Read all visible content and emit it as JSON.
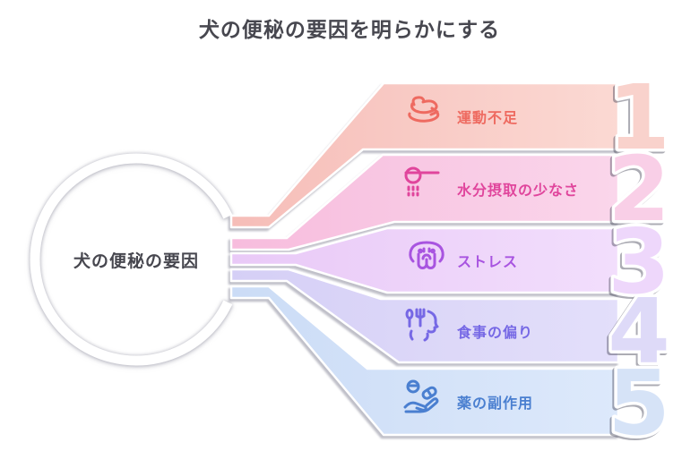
{
  "title": "犬の便秘の要因を明らかにする",
  "center": {
    "label": "犬の便秘の要因"
  },
  "items": [
    {
      "number": "1",
      "label": "運動不足",
      "icon": "running-dog-icon",
      "accent": "#ee6a60",
      "fill": "#f9d2cc"
    },
    {
      "number": "2",
      "label": "水分摂取の少なさ",
      "icon": "water-bowl-icon",
      "accent": "#e0459c",
      "fill": "#f9cfe7"
    },
    {
      "number": "3",
      "label": "ストレス",
      "icon": "sad-dog-face-icon",
      "accent": "#a854e0",
      "fill": "#eed7fb"
    },
    {
      "number": "4",
      "label": "食事の偏り",
      "icon": "utensils-head-icon",
      "accent": "#7668e5",
      "fill": "#dedaf8"
    },
    {
      "number": "5",
      "label": "薬の副作用",
      "icon": "hand-pills-icon",
      "accent": "#4a7fd0",
      "fill": "#d6e3f7"
    }
  ],
  "colors": {
    "background": "#ffffff",
    "title_text": "#47474f",
    "ring": "#ffffff",
    "gradient_left": [
      "#f6bdb8",
      "#f7bcdd",
      "#e9c9f7",
      "#d5cff6",
      "#cbdcf6"
    ],
    "gradient_right": [
      "#fbd9d3",
      "#fad6eb",
      "#f2defc",
      "#e3dffa",
      "#dde9fb"
    ]
  }
}
